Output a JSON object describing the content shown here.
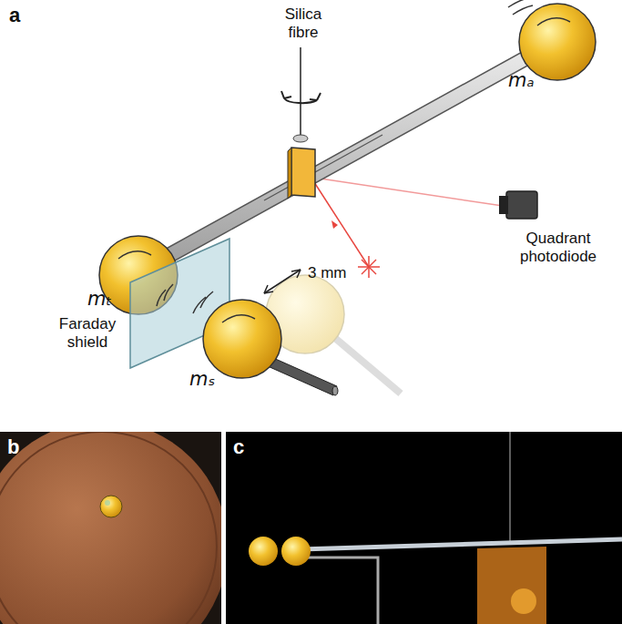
{
  "diagram": {
    "labels": [
      "a",
      "Silica fibre",
      "mₐ",
      "Quadrant photodiode",
      "mₜ",
      "3 mm",
      "Faraday shield",
      "mₛ",
      "b",
      "c"
    ]
  }
}
